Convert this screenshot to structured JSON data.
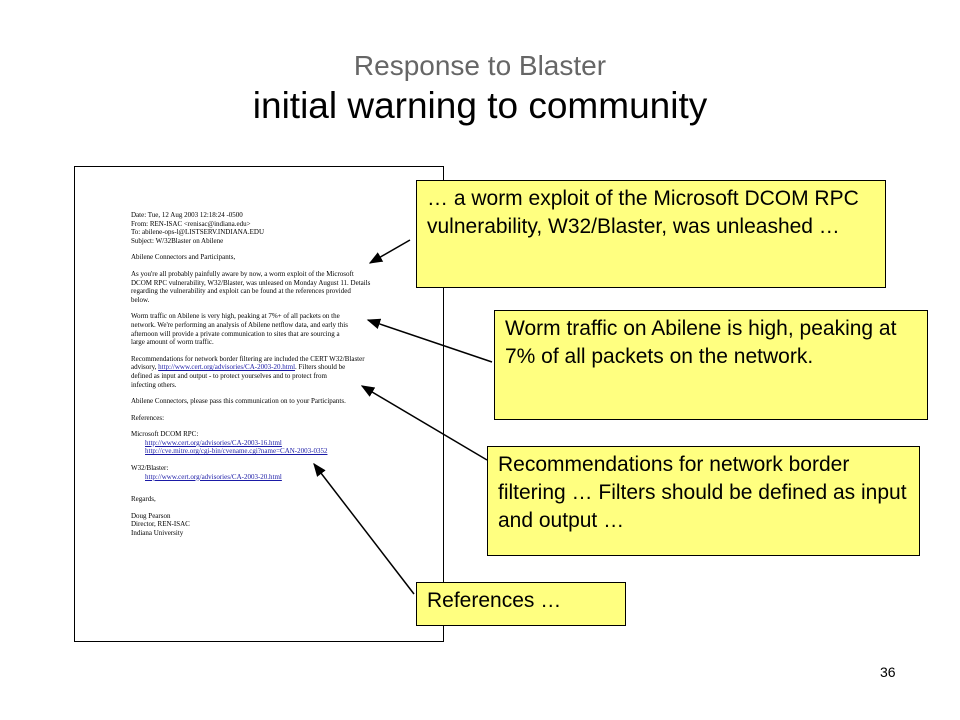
{
  "slide": {
    "subtitle": "Response to Blaster",
    "title": "initial warning to community",
    "page_number": "36"
  },
  "email": {
    "header": [
      "Date: Tue, 12 Aug 2003 12:18:24 -0500",
      "From: REN-ISAC <renisac@indiana.edu>",
      "To: abilene-ops-l@LISTSERV.INDIANA.EDU",
      "Subject: W/32Blaster on Abilene"
    ],
    "salutation": "Abilene Connectors and Participants,",
    "para1": [
      "As you're all probably painfully aware by now, a worm exploit of the Microsoft",
      "DCOM RPC vulnerability, W32/Blaster, was unleased on Monday August 11. Details",
      "regarding the vulnerability and exploit can be found at the references provided",
      "below."
    ],
    "para2": [
      "Worm traffic on Abilene is very high, peaking at 7%+ of all packets on the",
      "network. We're performing an analysis of Abilene netflow data, and early this",
      "afternoon will provide a private communication to sites that are sourcing a",
      "large amount of worm traffic."
    ],
    "para3_l1": "Recommendations for network border filtering are included the CERT W32/Blaster",
    "para3_l2_pre": "advisory,",
    "para3_l2_link": "http://www.cert.org/advisories/CA-2003-20.html",
    "para3_l2_post": ". Filters should be",
    "para3_l3": "defined as input and output - to protect yourselves and to protect from",
    "para3_l4": "infecting others.",
    "para4": "Abilene Connectors, please pass this communication on to your Participants.",
    "references_label": "References:",
    "ms_label": "Microsoft DCOM RPC:",
    "ms_links": [
      "http://www.cert.org/advisories/CA-2003-16.html",
      "http://cve.mitre.org/cgi-bin/cvename.cgi?name=CAN-2003-0352"
    ],
    "w32_label": "W32/Blaster:",
    "w32_links": [
      "http://www.cert.org/advisories/CA-2003-20.html"
    ],
    "closing": "Regards,",
    "signature": [
      "Doug Pearson",
      "Director, REN-ISAC",
      "Indiana University"
    ]
  },
  "callouts": [
    {
      "text": "… a worm exploit of the Microsoft DCOM RPC vulnerability, W32/Blaster, was unleashed …"
    },
    {
      "text": "Worm traffic on Abilene is high, peaking at 7% of all packets on the network."
    },
    {
      "text": "Recommendations for network border filtering … Filters should be defined as input and output …"
    },
    {
      "text": "References …"
    }
  ],
  "colors": {
    "callout_fill": "#ffff80",
    "subtitle": "#666666"
  }
}
